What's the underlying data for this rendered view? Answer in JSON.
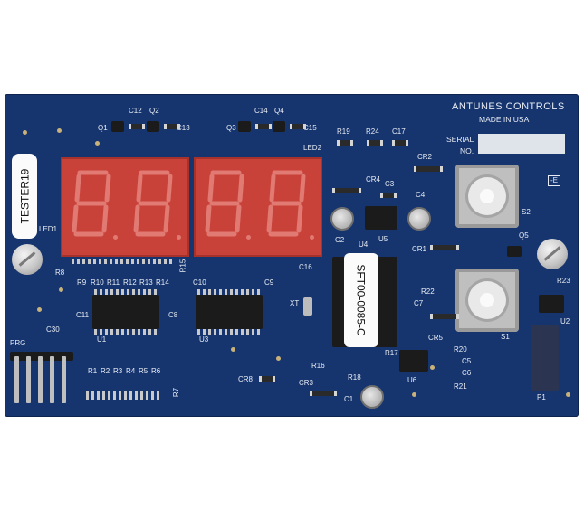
{
  "board": {
    "brand": "ANTUNES CONTROLS",
    "origin": "MADE IN USA",
    "serial_label": "SERIAL",
    "serial_no_label": "NO.",
    "tester_label": "TESTER19",
    "part_label": "SFT00-0085-C",
    "display_text": "8.8.8.8",
    "colors": {
      "pcb": "#16356e",
      "display": "#c8423a",
      "silk": "#e8ecf4"
    }
  },
  "silkscreen": {
    "c12": "C12",
    "q2": "Q2",
    "q1": "Q1",
    "c13": "C13",
    "c14": "C14",
    "q4": "Q4",
    "q3": "Q3",
    "c15": "C15",
    "led2": "LED2",
    "led1": "LED1",
    "r19": "R19",
    "r24": "R24",
    "c17": "C17",
    "cr2": "CR2",
    "cr4": "CR4",
    "c3": "C3",
    "c4": "C4",
    "c2": "C2",
    "u4": "U4",
    "u5": "U5",
    "s2": "S2",
    "q5": "Q5",
    "cr1": "CR1",
    "e": "-E",
    "r8": "R8",
    "r15": "R15",
    "c16": "C16",
    "r9": "R9",
    "r10": "R10",
    "r11": "R11",
    "r12": "R12",
    "r13": "R13",
    "r14": "R14",
    "c10": "C10",
    "c9": "C9",
    "c11": "C11",
    "c8": "C8",
    "xt": "XT",
    "r22": "R22",
    "r23": "R23",
    "c7": "C7",
    "cr5": "CR5",
    "u2": "U2",
    "s1": "S1",
    "c30": "C30",
    "u1": "U1",
    "u3": "U3",
    "prg": "PRG",
    "r20": "R20",
    "c5": "C5",
    "c6": "C6",
    "r21": "R21",
    "p1": "P1",
    "r16": "R16",
    "r17": "R17",
    "r18": "R18",
    "u6": "U6",
    "r1": "R1",
    "r2": "R2",
    "r3": "R3",
    "r4": "R4",
    "r5": "R5",
    "r6": "R6",
    "r7": "R7",
    "cr8": "CR8",
    "cr3": "CR3",
    "c1": "C1"
  }
}
